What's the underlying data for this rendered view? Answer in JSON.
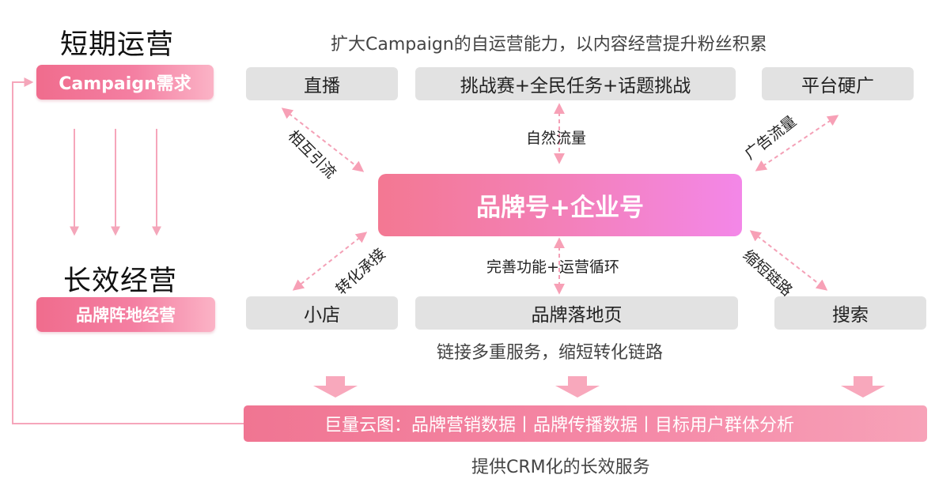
{
  "left": {
    "short_term_title": "短期运营",
    "campaign_need": "Campaign需求",
    "long_term_title": "长效经营",
    "brand_base": "品牌阵地经营"
  },
  "top_caption": "扩大Campaign的自运营能力，以内容经营提升粉丝积累",
  "top_boxes": {
    "live": "直播",
    "challenge": "挑战赛+全民任务+话题挑战",
    "platform_ads": "平台硬广"
  },
  "center": "品牌号+企业号",
  "links": {
    "mutual_traffic": "相互引流",
    "natural_traffic": "自然流量",
    "ad_traffic": "广告流量",
    "conversion": "转化承接",
    "improve_functions": "完善功能+运营循环",
    "shorten_path": "缩短链路"
  },
  "bottom_boxes": {
    "shop": "小店",
    "landing_page": "品牌落地页",
    "search": "搜索"
  },
  "bottom_caption": "链接多重服务，缩短转化链路",
  "cloud_bar": "巨量云图：品牌营销数据丨品牌传播数据丨目标用户群体分析",
  "footer_caption": "提供CRM化的长效服务",
  "colors": {
    "accent_pink": "#f27a98",
    "arrow_pink": "#f8a8bc",
    "box_gray": "#e2e2e2"
  }
}
